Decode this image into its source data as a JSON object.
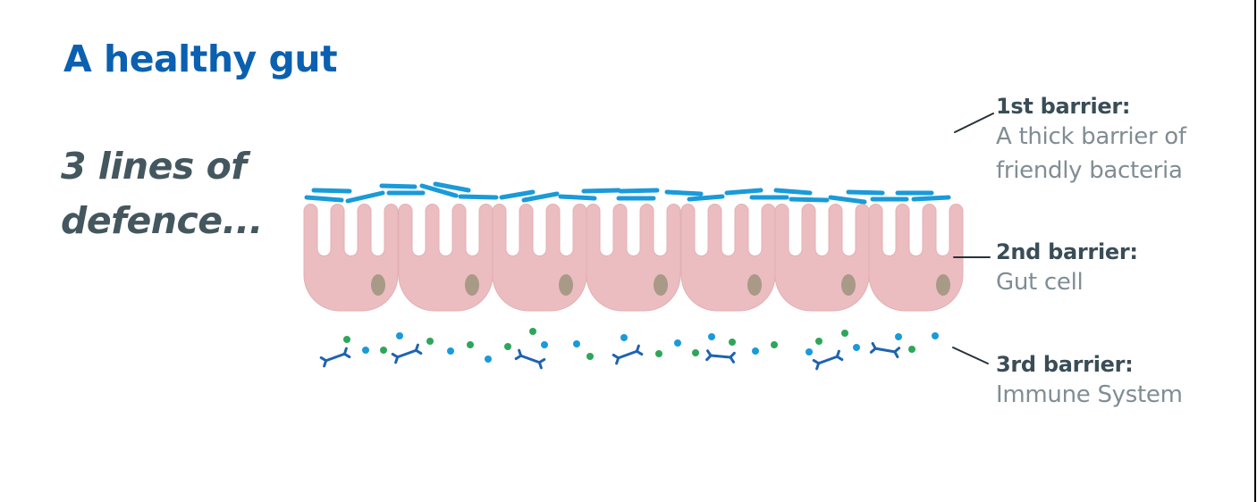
{
  "title": "A healthy gut",
  "subtitle": {
    "line1": "3 lines of",
    "line2": "defence..."
  },
  "barriers": [
    {
      "heading": "1st barrier:",
      "lines": [
        "A thick barrier of",
        "friendly bacteria"
      ]
    },
    {
      "heading": "2nd barrier:",
      "lines": [
        "Gut cell"
      ]
    },
    {
      "heading": "3rd barrier:",
      "lines": [
        "Immune System"
      ]
    }
  ],
  "colors": {
    "title": "#0b60b0",
    "subtitle": "#44575f",
    "barrier_heading": "#3a4d56",
    "barrier_body": "#808d93",
    "bacteria": "#1a9ad9",
    "gut_cell": "#ebbdc0",
    "nucleus": "#a99a87",
    "immune_blue": "#1a9ad9",
    "immune_green": "#2ea65a",
    "antibody": "#1e63b0",
    "leader_line": "#263238"
  },
  "diagram": {
    "cell_count": 7,
    "icons": [
      "bacteria-rod-icon",
      "gut-cell-icon",
      "nucleus-icon",
      "immune-dot-icon",
      "antibody-icon"
    ]
  }
}
